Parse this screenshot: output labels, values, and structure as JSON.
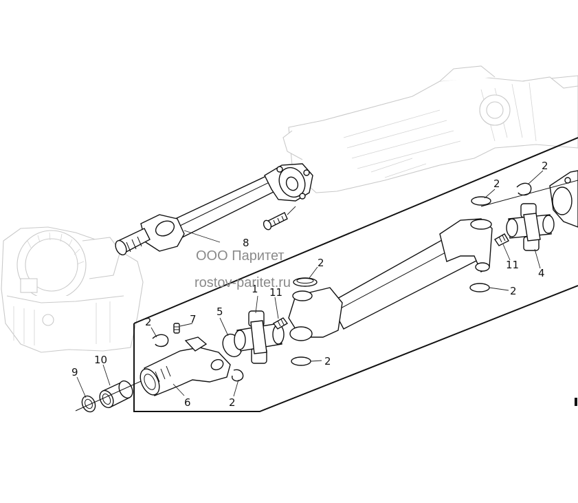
{
  "watermark": {
    "company": "ООО Паритет",
    "site": "rostov-paritet.ru"
  },
  "callouts": [
    {
      "id": "c-2-left",
      "label": "2"
    },
    {
      "id": "c-7",
      "label": "7"
    },
    {
      "id": "c-5",
      "label": "5"
    },
    {
      "id": "c-1",
      "label": "1"
    },
    {
      "id": "c-11-center",
      "label": "11"
    },
    {
      "id": "c-2-center-top",
      "label": "2"
    },
    {
      "id": "c-2-center-bottom",
      "label": "2"
    },
    {
      "id": "c-10",
      "label": "10"
    },
    {
      "id": "c-9",
      "label": "9"
    },
    {
      "id": "c-6",
      "label": "6"
    },
    {
      "id": "c-2-bottom",
      "label": "2"
    },
    {
      "id": "c-8",
      "label": "8"
    },
    {
      "id": "c-2-right-top",
      "label": "2"
    },
    {
      "id": "c-2-right-far",
      "label": "2"
    },
    {
      "id": "c-11-right",
      "label": "11"
    },
    {
      "id": "c-4",
      "label": "4"
    },
    {
      "id": "c-2-right-bottom",
      "label": "2"
    }
  ],
  "colors": {
    "line": "#111111",
    "ghost": "#c9c9c9",
    "watermark": "#8a8a8a"
  }
}
